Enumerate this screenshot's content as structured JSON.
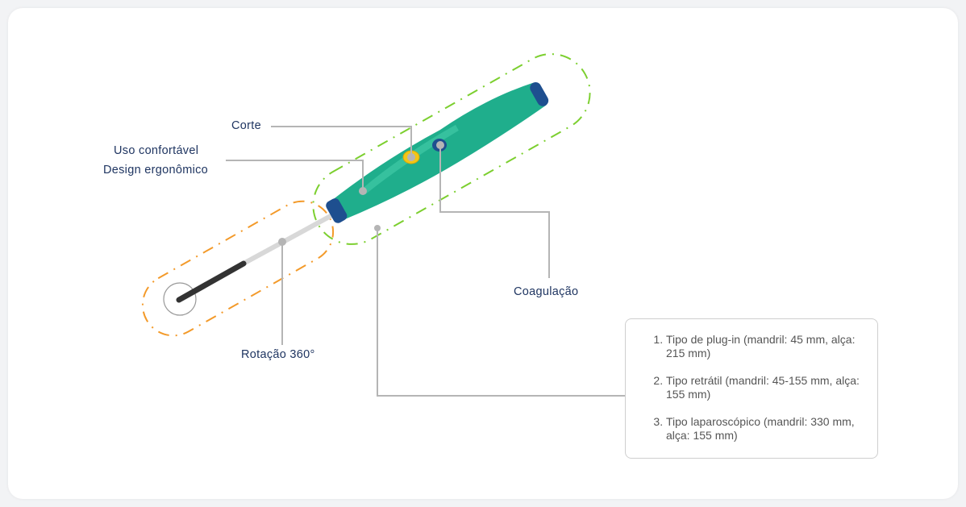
{
  "labels": {
    "cut": "Corte",
    "comfort_line1": "Uso confortável",
    "comfort_line2": "Design ergonômico",
    "coagulation": "Coagulação",
    "rotation": "Rotação 360°"
  },
  "types": [
    "Tipo de plug-in (mandril: 45 mm, alça: 215 mm)",
    "Tipo retrátil (mandril: 45-155 mm, alça: 155 mm)",
    "Tipo laparoscópico (mandril: 330 mm, alça: 155 mm)"
  ],
  "colors": {
    "handle": "#1fae8c",
    "cap": "#1e4f8f",
    "green_outline": "#7ccf2f",
    "orange_outline": "#f39a2a",
    "leader": "#b5b5b5",
    "label": "#1f3561"
  }
}
